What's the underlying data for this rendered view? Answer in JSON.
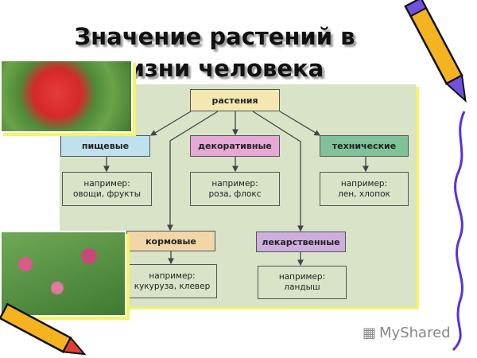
{
  "title": {
    "line1": "Значение растений в",
    "line2": "жизни человека"
  },
  "diagram": {
    "root": "растения",
    "categories": [
      {
        "label": "пищевые",
        "color": "#bfe0ee",
        "example_label": "например:",
        "example": "овощи, фрукты"
      },
      {
        "label": "декоративные",
        "color": "#e6a9d6",
        "example_label": "например:",
        "example": "роза, флокс"
      },
      {
        "label": "технические",
        "color": "#7fc29a",
        "example_label": "например:",
        "example": "лен, хлопок"
      },
      {
        "label": "кормовые",
        "color": "#f1d6a8",
        "example_label": "например:",
        "example": "кукуруза, клевер"
      },
      {
        "label": "лекарственные",
        "color": "#cdaede",
        "example_label": "например:",
        "example": "ландыш"
      }
    ],
    "root_color": "#f4e8b0"
  },
  "watermark": "MyShared"
}
